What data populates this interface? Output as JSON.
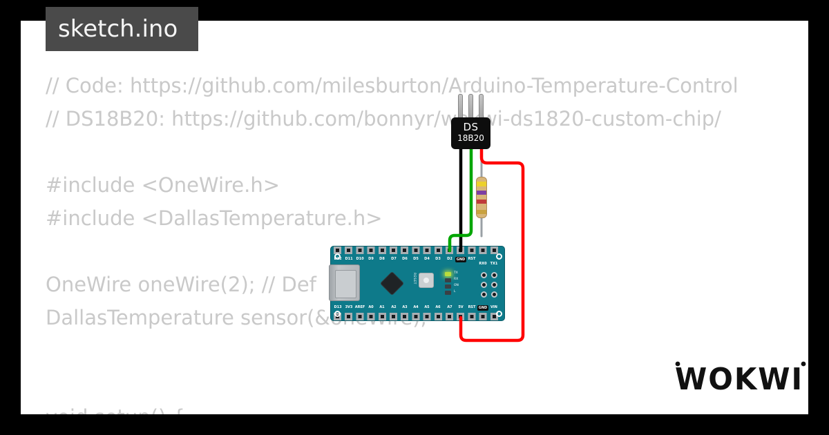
{
  "tab": {
    "label": "sketch.ino",
    "bg": "#4a4a4a",
    "text_color": "#f5f5f5"
  },
  "code": {
    "text_color": "#c9c9c9",
    "lines": [
      "// Code: https://github.com/milesburton/Arduino-Temperature-Control",
      "// DS18B20: https://github.com/bonnyr/wokwi-ds1820-custom-chip/",
      "",
      "#include <OneWire.h>",
      "#include <DallasTemperature.h>",
      "",
      "OneWire oneWire(2); // Def",
      "DallasTemperature sensor(&oneWire);",
      "",
      "",
      "void setup() {"
    ]
  },
  "circuit": {
    "sensor": {
      "label_top": "DS",
      "label_bottom": "18B20",
      "body_color": "#0d0d0d"
    },
    "resistor": {
      "body_color": "#d8b578",
      "bands": [
        "#ecd12c",
        "#7d3fa3",
        "#c03a3a",
        "#c9a23f"
      ]
    },
    "wires": {
      "data_color": "#00a600",
      "ground_color": "#000000",
      "power_color": "#ff0000"
    },
    "board": {
      "color": "#0e7a8a",
      "top_pins": [
        "D12",
        "D11",
        "D10",
        "D9",
        "D8",
        "D7",
        "D6",
        "D5",
        "D4",
        "D3",
        "D2",
        "GND",
        "RST",
        "RX0",
        "TX1"
      ],
      "bottom_pins": [
        "D13",
        "3V3",
        "AREF",
        "A0",
        "A1",
        "A2",
        "A3",
        "A4",
        "A5",
        "A6",
        "A7",
        "5V",
        "RST",
        "GND",
        "VIN"
      ],
      "reset_label": "RESET",
      "led_labels": [
        "TX",
        "RX",
        "ON",
        "L"
      ],
      "led_on_color": "#b9dc3c"
    }
  },
  "logo": {
    "text": "WOKWI"
  }
}
